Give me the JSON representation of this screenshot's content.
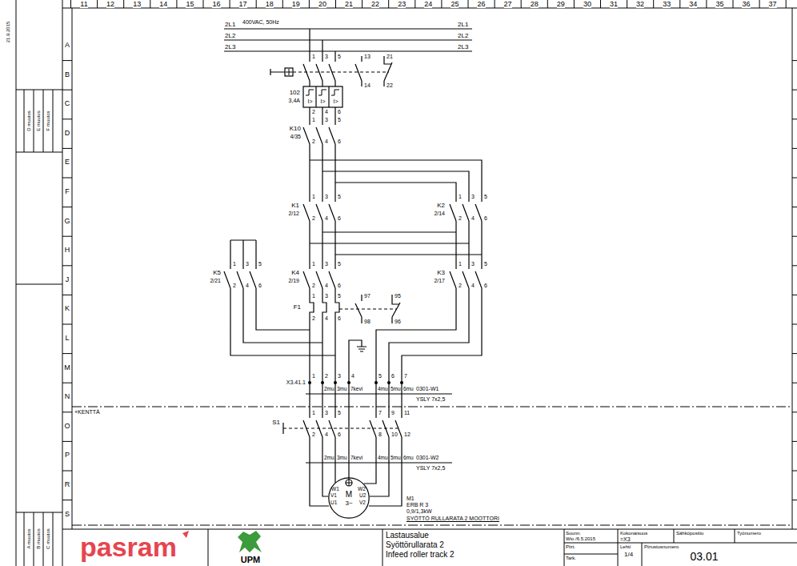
{
  "diagram": {
    "nodes": [
      {
        "text": [
          "M",
          "3~"
        ]
      }
    ],
    "labels": [
      "11",
      "12",
      "13",
      "14",
      "15",
      "16",
      "17",
      "18",
      "19",
      "20",
      "21",
      "22",
      "23",
      "24",
      "25",
      "26",
      "27",
      "28",
      "29",
      "30",
      "31",
      "32",
      "33",
      "34",
      "35",
      "36",
      "37",
      "A",
      "B",
      "C",
      "D",
      "E",
      "F",
      "G",
      "H",
      "J",
      "K",
      "L",
      "M",
      "N",
      "O",
      "P",
      "R",
      "S",
      "21.9.2015",
      "D muutos",
      "E muutos",
      "F muutos",
      "A muutos",
      "B muutos",
      "C muutos",
      "2L1",
      "400VAC, 50Hz",
      "2L1",
      "2L2",
      "2L2",
      "2L3",
      "2L3",
      "1",
      "3",
      "5",
      "13",
      "14",
      "21",
      "22",
      "102",
      "3,4A",
      "I>",
      "I>",
      "I>",
      "2",
      "4",
      "6",
      "1",
      "3",
      "5",
      "K10",
      "4/35",
      "2",
      "4",
      "6",
      "1",
      "3",
      "5",
      "K1",
      "2/12",
      "2",
      "4",
      "6",
      "1",
      "3",
      "5",
      "K2",
      "2/14",
      "2",
      "4",
      "6",
      "1",
      "3",
      "5",
      "K5",
      "2/21",
      "2",
      "4",
      "6",
      "1",
      "3",
      "5",
      "K4",
      "2/19",
      "2",
      "4",
      "6",
      "1",
      "3",
      "5",
      "K3",
      "2/17",
      "2",
      "4",
      "6",
      "1",
      "3",
      "5",
      "F1",
      "2",
      "4",
      "6",
      "97",
      "98",
      "95",
      "96",
      "X3.41.1",
      "1",
      "2",
      "3",
      "4",
      "5",
      "6",
      "7",
      "2mu",
      "3mu",
      "7kevi",
      "4mu",
      "5mu",
      "6mu",
      "0301-W1",
      "YSLY 7x2,5",
      "+KENTTÄ",
      "S1",
      "1",
      "3",
      "5",
      "7",
      "9",
      "11",
      "2",
      "4",
      "6",
      "8",
      "10",
      "12",
      "2mu",
      "3mu",
      "7kevi",
      "4mu",
      "5mu",
      "6mu",
      "0301-W2",
      "YSLY 7x2,5",
      "W1",
      "V1",
      "U1",
      "W2",
      "U2",
      "V2",
      "M1",
      "ERB R 3",
      "0,9/1,3kW",
      "SYÖTTÖ RULLARATA 2 MOOTTORI",
      "pasram",
      "UPM",
      "Lastausalue",
      "Syöttörullarata 2",
      "Infeed roller track 2",
      "Suunn.",
      "Wio /6.5.2015",
      "Piirt.",
      "Tark.",
      "Kokonaisuus",
      "=X3",
      "Lehti",
      "1/4",
      "Sähköpositio",
      "Työnumero",
      "Piirustusnumero",
      "03.01"
    ]
  }
}
